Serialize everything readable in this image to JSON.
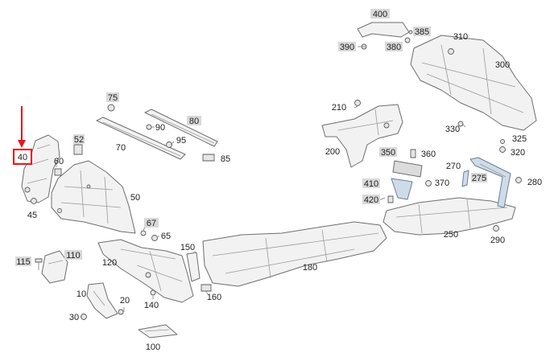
{
  "highlight": {
    "label": "40",
    "arrow_color": "#e8151b"
  },
  "labels": {
    "l10": "10",
    "l20": "20",
    "l30": "30",
    "l45": "45",
    "l50": "50",
    "l52": "52",
    "l60": "60",
    "l65": "65",
    "l67": "67",
    "l70": "70",
    "l75": "75",
    "l80": "80",
    "l85": "85",
    "l90": "90",
    "l95": "95",
    "l100": "100",
    "l110": "110",
    "l115": "115",
    "l120": "120",
    "l140": "140",
    "l150": "150",
    "l160": "160",
    "l180": "180",
    "l200": "200",
    "l210": "210",
    "l250": "250",
    "l270": "270",
    "l275": "275",
    "l280": "280",
    "l290": "290",
    "l300": "300",
    "l310": "310",
    "l320": "320",
    "l325": "325",
    "l330": "330",
    "l350": "350",
    "l360": "360",
    "l370": "370",
    "l380": "380",
    "l385": "385",
    "l390": "390",
    "l400": "400",
    "l410": "410",
    "l420": "420"
  },
  "colors": {
    "label_shade": "#d9d9d9",
    "highlight_red": "#e8151b",
    "strap_blue": "#cfdbe8"
  }
}
